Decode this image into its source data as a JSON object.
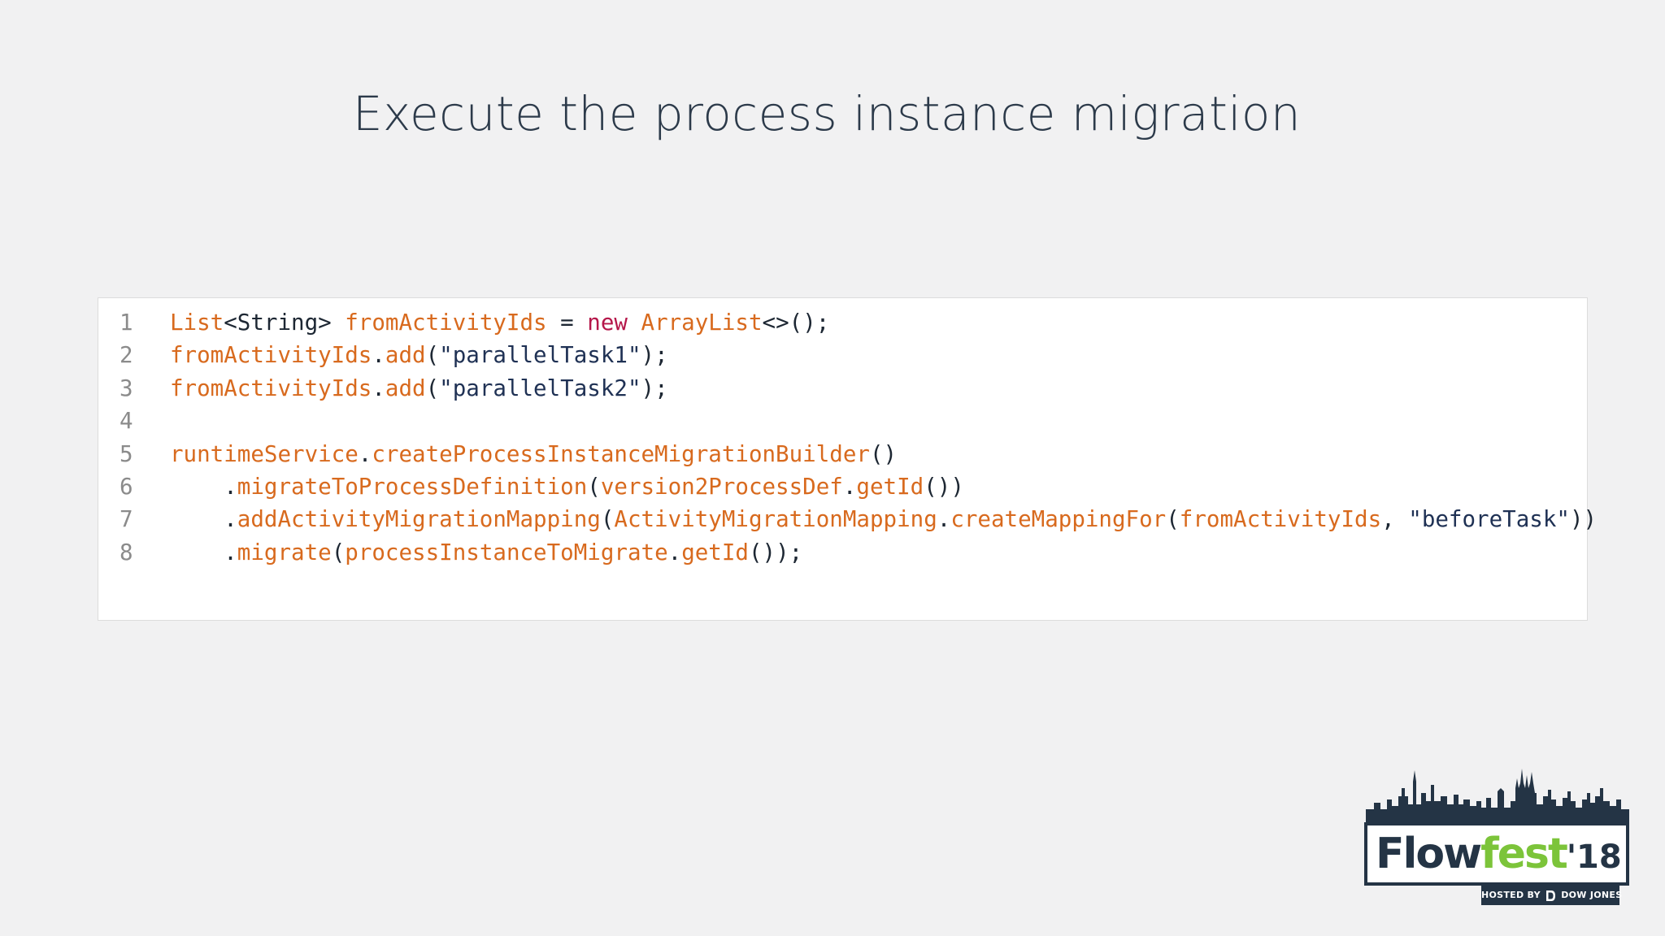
{
  "slide": {
    "title": "Execute the process instance migration"
  },
  "code": {
    "lines": [
      {
        "number": "1",
        "tokens": [
          {
            "text": "List",
            "kind": "orange"
          },
          {
            "text": "<String> ",
            "kind": "plain"
          },
          {
            "text": "fromActivityIds",
            "kind": "orange"
          },
          {
            "text": " = ",
            "kind": "plain"
          },
          {
            "text": "new",
            "kind": "kw"
          },
          {
            "text": " ",
            "kind": "plain"
          },
          {
            "text": "ArrayList",
            "kind": "orange"
          },
          {
            "text": "<>();",
            "kind": "plain"
          }
        ]
      },
      {
        "number": "2",
        "tokens": [
          {
            "text": "fromActivityIds",
            "kind": "orange"
          },
          {
            "text": ".",
            "kind": "plain"
          },
          {
            "text": "add",
            "kind": "orange"
          },
          {
            "text": "(",
            "kind": "plain"
          },
          {
            "text": "\"parallelTask1\"",
            "kind": "str"
          },
          {
            "text": ");",
            "kind": "plain"
          }
        ]
      },
      {
        "number": "3",
        "tokens": [
          {
            "text": "fromActivityIds",
            "kind": "orange"
          },
          {
            "text": ".",
            "kind": "plain"
          },
          {
            "text": "add",
            "kind": "orange"
          },
          {
            "text": "(",
            "kind": "plain"
          },
          {
            "text": "\"parallelTask2\"",
            "kind": "str"
          },
          {
            "text": ");",
            "kind": "plain"
          }
        ]
      },
      {
        "number": "4",
        "tokens": []
      },
      {
        "number": "5",
        "tokens": [
          {
            "text": "runtimeService",
            "kind": "orange"
          },
          {
            "text": ".",
            "kind": "plain"
          },
          {
            "text": "createProcessInstanceMigrationBuilder",
            "kind": "orange"
          },
          {
            "text": "()",
            "kind": "plain"
          }
        ]
      },
      {
        "number": "6",
        "tokens": [
          {
            "text": "    .",
            "kind": "plain"
          },
          {
            "text": "migrateToProcessDefinition",
            "kind": "orange"
          },
          {
            "text": "(",
            "kind": "plain"
          },
          {
            "text": "version2ProcessDef",
            "kind": "orange"
          },
          {
            "text": ".",
            "kind": "plain"
          },
          {
            "text": "getId",
            "kind": "orange"
          },
          {
            "text": "())",
            "kind": "plain"
          }
        ]
      },
      {
        "number": "7",
        "tokens": [
          {
            "text": "    .",
            "kind": "plain"
          },
          {
            "text": "addActivityMigrationMapping",
            "kind": "orange"
          },
          {
            "text": "(",
            "kind": "plain"
          },
          {
            "text": "ActivityMigrationMapping",
            "kind": "orange"
          },
          {
            "text": ".",
            "kind": "plain"
          },
          {
            "text": "createMappingFor",
            "kind": "orange"
          },
          {
            "text": "(",
            "kind": "plain"
          },
          {
            "text": "fromActivityIds",
            "kind": "orange"
          },
          {
            "text": ", ",
            "kind": "plain"
          },
          {
            "text": "\"beforeTask\"",
            "kind": "str"
          },
          {
            "text": "))",
            "kind": "plain"
          }
        ]
      },
      {
        "number": "8",
        "tokens": [
          {
            "text": "    .",
            "kind": "plain"
          },
          {
            "text": "migrate",
            "kind": "orange"
          },
          {
            "text": "(",
            "kind": "plain"
          },
          {
            "text": "processInstanceToMigrate",
            "kind": "orange"
          },
          {
            "text": ".",
            "kind": "plain"
          },
          {
            "text": "getId",
            "kind": "orange"
          },
          {
            "text": "());",
            "kind": "plain"
          }
        ]
      }
    ]
  },
  "logo": {
    "word_part1": "Flow",
    "word_part2": "fest",
    "word_part3": "'18",
    "hosted_by": "HOSTED BY",
    "sponsor": "DOW JONES",
    "icon": "city-skyline-icon"
  },
  "colors": {
    "background": "#f1f1f2",
    "title": "#2c3a4a",
    "code_orange": "#d86a1e",
    "code_keyword": "#b5174a",
    "code_string": "#1f3154",
    "logo_navy": "#243445",
    "logo_green": "#7cc43a"
  }
}
